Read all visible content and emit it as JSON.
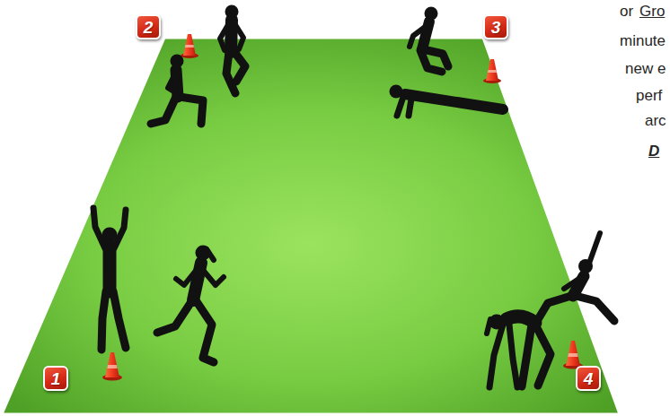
{
  "diagram": {
    "nodes": [
      {
        "text": [
          "2"
        ]
      },
      {
        "text": [
          "3"
        ]
      },
      {
        "text": [
          "1"
        ]
      },
      {
        "text": [
          "4"
        ]
      }
    ],
    "labels": [
      "or",
      "Gro",
      "minute",
      "new e",
      "perf",
      "arc",
      "D"
    ]
  }
}
